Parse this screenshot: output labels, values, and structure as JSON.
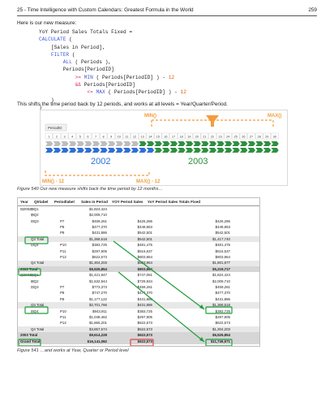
{
  "header": {
    "title": "25 - Time Intelligence with Custom Calendars: Greatest Formula in the World",
    "page_number": "259"
  },
  "intro": "Here is our new measure:",
  "code_lines": [
    "YoY Period Sales Totals Fixed =",
    "CALCULATE (",
    "    [Sales in Period],",
    "    FILTER (",
    "        ALL ( Periods ),",
    "        Periods[PeriodID]",
    "            >= MIN ( Periods[PeriodID] ) - 12",
    "            && Periods[PeriodID]",
    "                <= MAX ( Periods[PeriodID] ) - 12",
    "    )",
    ")"
  ],
  "after_code": "This shifts the time period back by 12 periods, and works at all levels = Year/Quarter/Period.",
  "diagram": {
    "min_label": "MIN()",
    "max_label": "MAX()",
    "filter_label": "PeriodID",
    "numbers": [
      "1",
      "2",
      "3",
      "4",
      "5",
      "6",
      "7",
      "8",
      "9",
      "10",
      "11",
      "12",
      "13",
      "14",
      "15",
      "16",
      "17",
      "18",
      "19",
      "20",
      "21",
      "22",
      "23",
      "24",
      "25",
      "26",
      "27",
      "28",
      "29",
      "30"
    ],
    "year_left": "2002",
    "year_right": "2003",
    "min_shift_label": "MIN() - 12",
    "max_shift_label": "MAX() - 12",
    "colors": {
      "orange": "#f39c3d",
      "blue": "#2f6fd6",
      "green": "#2f8f3f",
      "grey": "#bdbdbd"
    }
  },
  "caption1": "Figure 540 Our new measure shifts back the time period by 12 months…",
  "table": {
    "headers": [
      "Year",
      "Qtrlabel",
      "Periodlabel",
      "Sales in Period",
      "YOY Period Sales",
      "YoY Period Sales Totals Fixed"
    ],
    "rows": [
      {
        "y": "⊟2002",
        "q": "⊞Q1",
        "p": "",
        "s": "$1,824,424",
        "yo": "",
        "f": "",
        "style": "alt"
      },
      {
        "y": "",
        "q": "⊞Q2",
        "p": "",
        "s": "$2,009,710",
        "yo": "",
        "f": "",
        "style": "alt"
      },
      {
        "y": "",
        "q": "⊟Q3",
        "p": "P7",
        "s": "$459,261",
        "yo": "$426,286",
        "f": "$426,286",
        "style": "alt"
      },
      {
        "y": "",
        "q": "",
        "p": "P8",
        "s": "$477,370",
        "yo": "$448,953",
        "f": "$448,953",
        "style": "alt"
      },
      {
        "y": "",
        "q": "",
        "p": "P9",
        "s": "$431,886",
        "yo": "$542,501",
        "f": "$542,501",
        "style": "alt"
      },
      {
        "y": "",
        "q": "Q3 Total",
        "p": "",
        "s": "$1,368,518",
        "yo": "$542,501",
        "f": "$1,417,740",
        "style": "sub"
      },
      {
        "y": "",
        "q": "⊟Q4",
        "p": "P10",
        "s": "$383,725",
        "yo": "$481,475",
        "f": "$481,475",
        "style": "alt"
      },
      {
        "y": "",
        "q": "",
        "p": "P11",
        "s": "$297,905",
        "yo": "$516,537",
        "f": "$516,537",
        "style": "alt"
      },
      {
        "y": "",
        "q": "",
        "p": "P12",
        "s": "$622,573",
        "yo": "$803,964",
        "f": "$803,964",
        "style": "alt"
      },
      {
        "y": "",
        "q": "Q4 Total",
        "p": "",
        "s": "$1,304,203",
        "yo": "$803,964",
        "f": "$1,801,977",
        "style": "sub"
      },
      {
        "y": "2002 Total",
        "q": "",
        "p": "",
        "s": "$6,526,854",
        "yo": "$803,964",
        "f": "$5,219,717",
        "style": "tot"
      },
      {
        "y": "⊟2003",
        "q": "⊞Q1",
        "p": "",
        "s": "$1,421,947",
        "yo": "$747,061",
        "f": "$1,824,424",
        "style": "alt"
      },
      {
        "y": "",
        "q": "⊞Q2",
        "p": "",
        "s": "$1,632,944",
        "yo": "$729,934",
        "f": "$2,009,710",
        "style": "alt"
      },
      {
        "y": "",
        "q": "⊟Q3",
        "p": "P7",
        "s": "$773,373",
        "yo": "$459,261",
        "f": "$459,261",
        "style": "alt"
      },
      {
        "y": "",
        "q": "",
        "p": "P8",
        "s": "$747,270",
        "yo": "$477,370",
        "f": "$477,370",
        "style": "alt"
      },
      {
        "y": "",
        "q": "",
        "p": "P9",
        "s": "$1,177,122",
        "yo": "$431,886",
        "f": "$431,886",
        "style": "alt"
      },
      {
        "y": "",
        "q": "Q3 Total",
        "p": "",
        "s": "$2,701,766",
        "yo": "$431,886",
        "f": "$1,368,518",
        "style": "sub"
      },
      {
        "y": "",
        "q": "⊟Q4",
        "p": "P10",
        "s": "$943,911",
        "yo": "$383,725",
        "f": "$383,725",
        "style": "alt"
      },
      {
        "y": "",
        "q": "",
        "p": "P11",
        "s": "$1,048,462",
        "yo": "$297,905",
        "f": "$297,905",
        "style": "alt"
      },
      {
        "y": "",
        "q": "",
        "p": "P12",
        "s": "$1,865,201",
        "yo": "$622,573",
        "f": "$622,573",
        "style": "alt"
      },
      {
        "y": "",
        "q": "Q4 Total",
        "p": "",
        "s": "$3,857,574",
        "yo": "$622,573",
        "f": "$1,304,203",
        "style": "sub"
      },
      {
        "y": "2003 Total",
        "q": "",
        "p": "",
        "s": "$9,614,228",
        "yo": "$622,573",
        "f": "$6,526,854",
        "style": "tot"
      },
      {
        "y": "Grand Total",
        "q": "",
        "p": "",
        "s": "$16,141,082",
        "yo": "$622,573",
        "f": "$11,746,571",
        "style": "tot"
      }
    ]
  },
  "caption2": "Figure 541 …and works at Year, Quarter or Period level"
}
